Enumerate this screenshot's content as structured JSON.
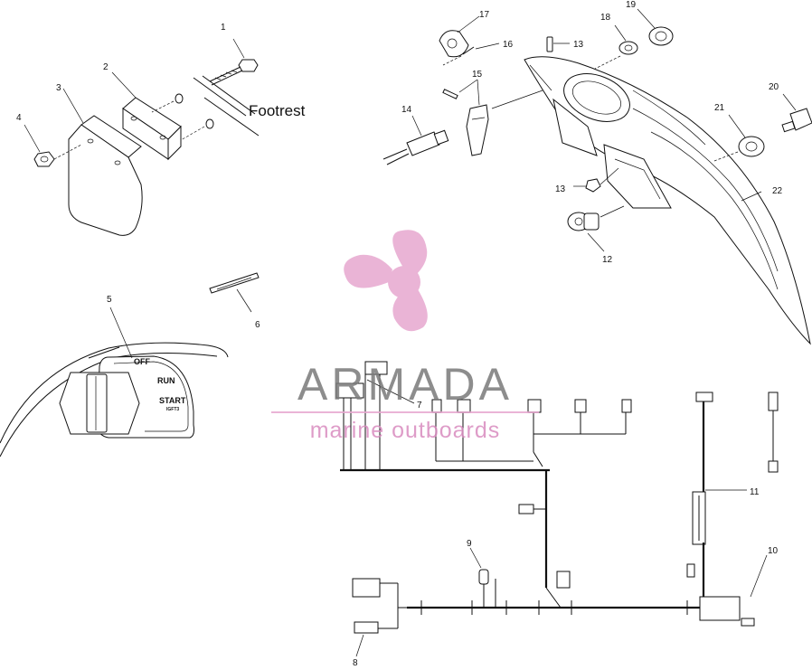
{
  "callouts": {
    "c1": "1",
    "c2": "2",
    "c3": "3",
    "c4": "4",
    "c5": "5",
    "c6": "6",
    "c7": "7",
    "c8": "8",
    "c9": "9",
    "c10": "10",
    "c11": "11",
    "c12": "12",
    "c13a": "13",
    "c13b": "13",
    "c14": "14",
    "c15": "15",
    "c16": "16",
    "c17": "17",
    "c18": "18",
    "c19": "19",
    "c20": "20",
    "c21": "21",
    "c22": "22"
  },
  "footrest_label": "Footrest",
  "ignition_switch": {
    "off": "OFF",
    "run": "RUN",
    "start": "START",
    "start_sub": "IGFT3"
  },
  "watermark": {
    "title": "ARMADA",
    "subtitle": "marine outboards",
    "logo_color": "#e7a8cf"
  }
}
